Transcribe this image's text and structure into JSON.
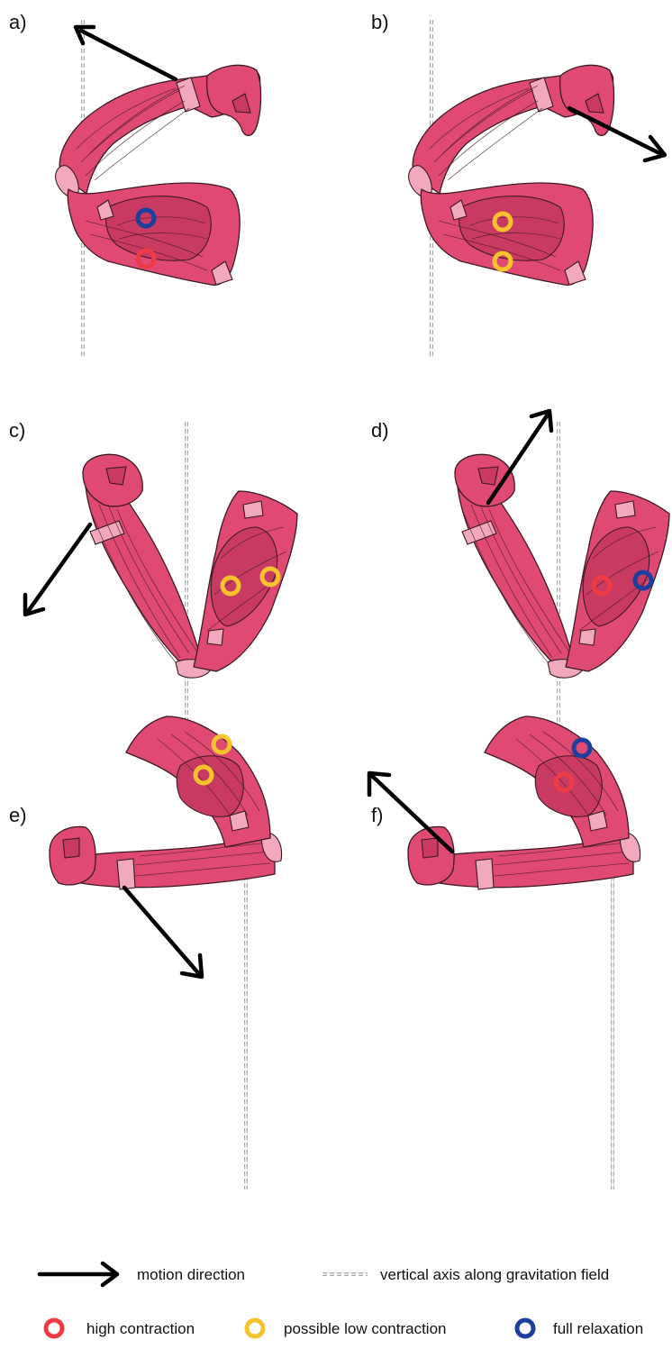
{
  "panels": [
    {
      "label": "a)"
    },
    {
      "label": "b)"
    },
    {
      "label": "c)"
    },
    {
      "label": "d)"
    },
    {
      "label": "e)"
    },
    {
      "label": "f)"
    }
  ],
  "legend": {
    "motion_direction": "motion direction",
    "vertical_axis": "vertical axis along gravitation field",
    "high_contraction": "high contraction",
    "possible_low_contraction": "possible low contraction",
    "full_relaxation": "full relaxation"
  },
  "colors": {
    "high_contraction": "#ee3a45",
    "possible_low_contraction": "#f5c32c",
    "full_relaxation": "#1c3f9c",
    "muscle": "#e04a72",
    "tendon": "#f2a9bd"
  }
}
